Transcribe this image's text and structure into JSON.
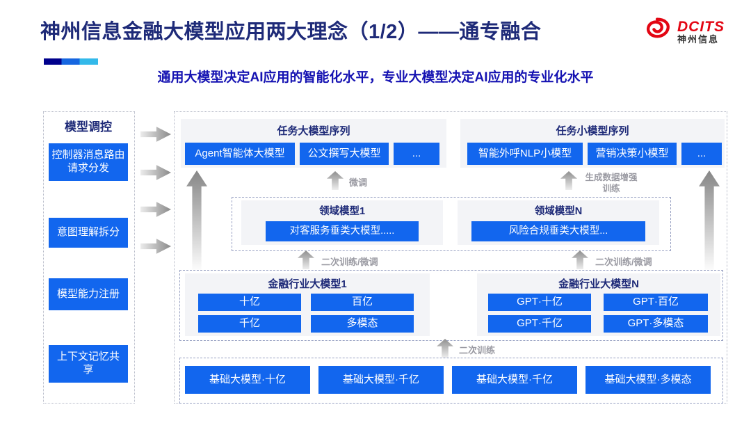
{
  "header": {
    "title": "神州信息金融大模型应用两大理念（1/2）——通专融合",
    "subtitle": "通用大模型决定AI应用的智能化水平，专业大模型决定AI应用的专业化水平",
    "logo": {
      "brand": "DCITS",
      "company": "神州信息"
    }
  },
  "sidebar": {
    "title": "模型调控",
    "items": [
      {
        "label": "控制器消息路由请求分发"
      },
      {
        "label": "意图理解拆分"
      },
      {
        "label": "模型能力注册"
      },
      {
        "label": "上下文记忆共享"
      }
    ]
  },
  "arrow_labels": {
    "fine_tune": "微调",
    "gen_train": "生成数据增强训练",
    "retrain_left": "二次训练/微调",
    "retrain_right": "二次训练/微调",
    "retrain_bottom": "二次训练"
  },
  "task_large": {
    "title": "任务大模型序列",
    "models": [
      "Agent智能体大模型",
      "公文撰写大模型",
      "..."
    ]
  },
  "task_small": {
    "title": "任务小模型序列",
    "models": [
      "智能外呼NLP小模型",
      "营销决策小模型",
      "..."
    ]
  },
  "domain_models": [
    {
      "title": "领域模型1",
      "model": "对客服务垂类大模型....."
    },
    {
      "title": "领域模型N",
      "model": "风险合规垂类大模型..."
    }
  ],
  "industry_models": [
    {
      "title": "金融行业大模型1",
      "models": [
        "十亿",
        "百亿",
        "千亿",
        "多模态"
      ]
    },
    {
      "title": "金融行业大模型N",
      "models": [
        "GPT·十亿",
        "GPT·百亿",
        "GPT·千亿",
        "GPT·多模态"
      ]
    }
  ],
  "foundation_models": [
    "基础大模型·十亿",
    "基础大模型·千亿",
    "基础大模型·千亿",
    "基础大模型·多模态"
  ],
  "colors": {
    "accent_blue": "#1266ee",
    "navy": "#1e2a78",
    "subtitle_blue": "#1512b2",
    "logo_red": "#e30613"
  }
}
